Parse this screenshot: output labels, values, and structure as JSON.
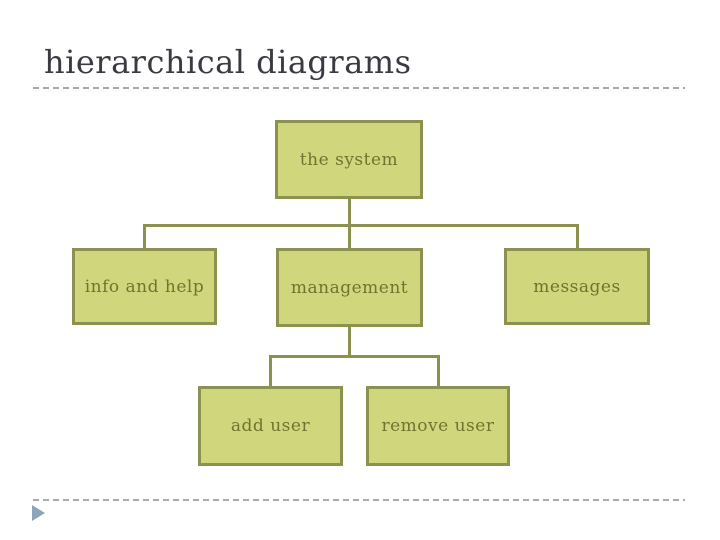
{
  "title": "hierarchical diagrams",
  "colors": {
    "background": "#ffffff",
    "title_text": "#3a3a43",
    "dashed_divider": "#a4abb0",
    "node_fill": "#d0d67b",
    "node_border": "#8c9150",
    "node_text": "#6f7430",
    "footer_triangle": "#8fa3ba"
  },
  "diagram": {
    "type": "hierarchy-tree",
    "nodes": [
      {
        "id": "the-system",
        "label": "the system"
      },
      {
        "id": "info-and-help",
        "label": "info and help"
      },
      {
        "id": "management",
        "label": "management"
      },
      {
        "id": "messages",
        "label": "messages"
      },
      {
        "id": "add-user",
        "label": "add user"
      },
      {
        "id": "remove-user",
        "label": "remove user"
      }
    ],
    "edges": [
      [
        "the system",
        "info and help"
      ],
      [
        "the system",
        "management"
      ],
      [
        "the system",
        "messages"
      ],
      [
        "management",
        "add user"
      ],
      [
        "management",
        "remove user"
      ]
    ]
  },
  "footer": {
    "icon": "triangle-right"
  }
}
